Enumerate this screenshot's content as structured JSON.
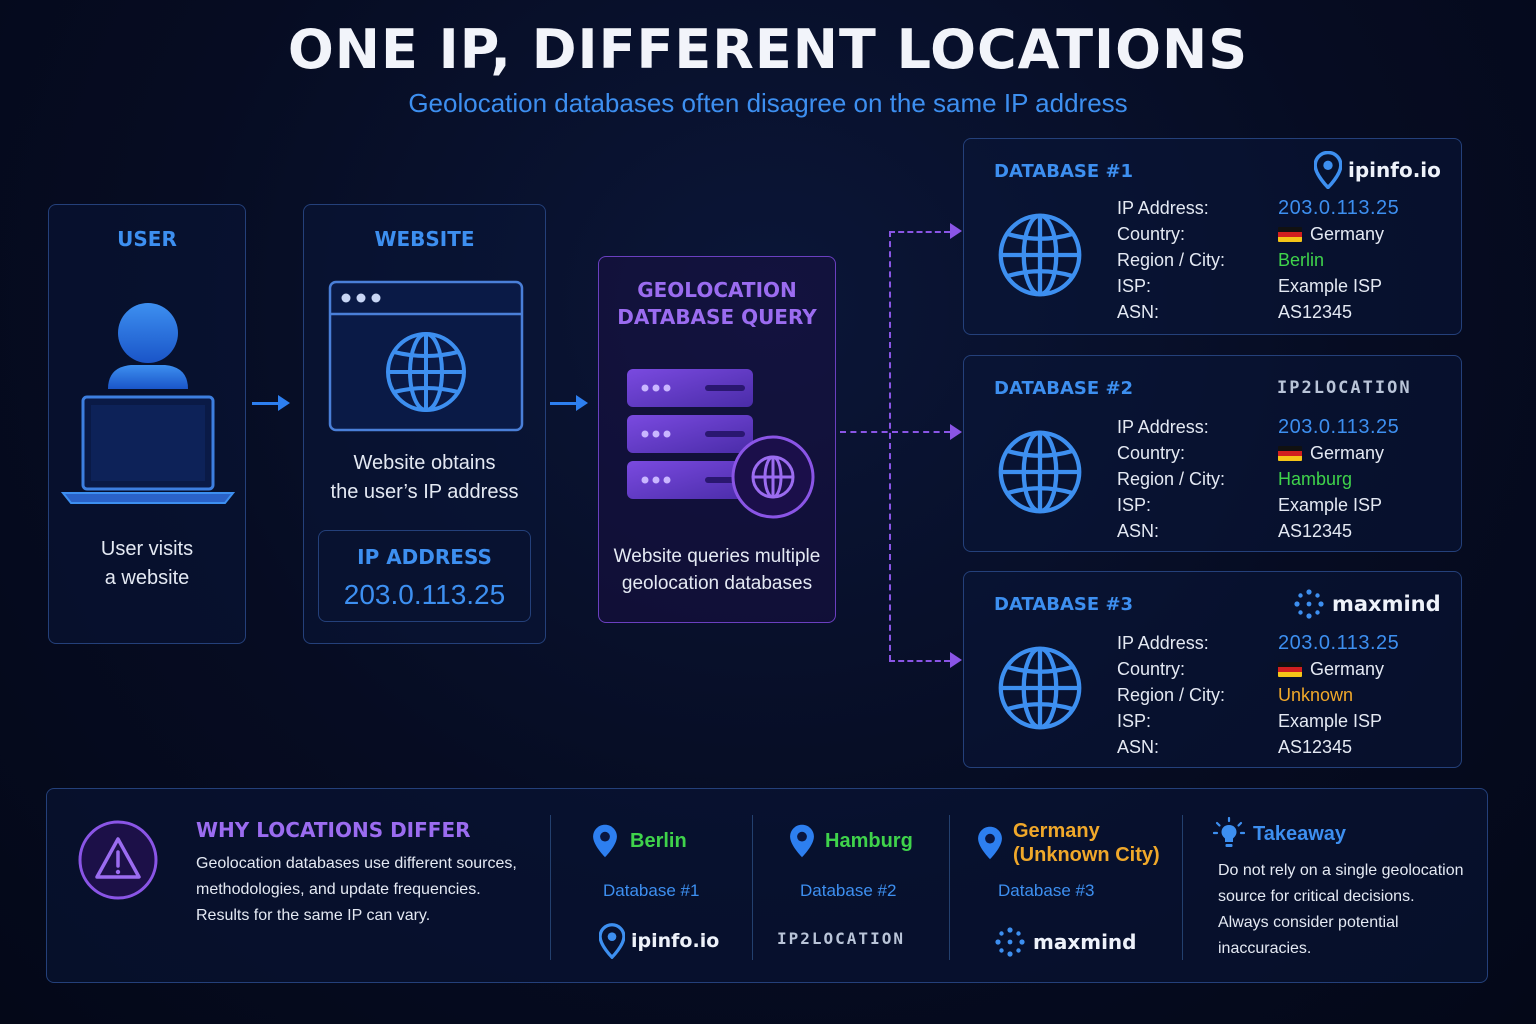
{
  "title": "ONE IP, DIFFERENT LOCATIONS",
  "subtitle": "Geolocation databases often disagree on the same IP address",
  "user": {
    "header": "USER",
    "desc_line1": "User visits",
    "desc_line2": "a website"
  },
  "website": {
    "header": "WEBSITE",
    "desc_line1": "Website obtains",
    "desc_line2": "the user’s IP address",
    "ip_label": "IP ADDRESS",
    "ip_value": "203.0.113.25"
  },
  "query": {
    "header_line1": "GEOLOCATION",
    "header_line2": "DATABASE QUERY",
    "desc_line1": "Website queries multiple",
    "desc_line2": "geolocation databases"
  },
  "field_labels": {
    "ip": "IP Address:",
    "country": "Country:",
    "region": "Region / City:",
    "isp": "ISP:",
    "asn": "ASN:"
  },
  "databases": [
    {
      "title": "DATABASE #1",
      "brand": "ipinfo.io",
      "ip": "203.0.113.25",
      "country": "Germany",
      "city": "Berlin",
      "isp": "Example ISP",
      "asn": "AS12345"
    },
    {
      "title": "DATABASE #2",
      "brand": "IP2LOCATION",
      "ip": "203.0.113.25",
      "country": "Germany",
      "city": "Hamburg",
      "isp": "Example ISP",
      "asn": "AS12345"
    },
    {
      "title": "DATABASE #3",
      "brand": "maxmind",
      "ip": "203.0.113.25",
      "country": "Germany",
      "city": "Unknown",
      "isp": "Example ISP",
      "asn": "AS12345"
    }
  ],
  "why": {
    "title": "WHY LOCATIONS DIFFER",
    "line1": "Geolocation databases use different sources,",
    "line2": "methodologies, and update frequencies.",
    "line3": "Results for the same IP can vary."
  },
  "summary": [
    {
      "location_line1": "Berlin",
      "location_line2": "",
      "db": "Database #1",
      "brand": "ipinfo.io"
    },
    {
      "location_line1": "Hamburg",
      "location_line2": "",
      "db": "Database #2",
      "brand": "IP2LOCATION"
    },
    {
      "location_line1": "Germany",
      "location_line2": "(Unknown City)",
      "db": "Database #3",
      "brand": "maxmind"
    }
  ],
  "takeaway": {
    "title": "Takeaway",
    "line1": "Do not rely on a single geolocation",
    "line2": "source for critical decisions.",
    "line3": "Always consider potential",
    "line4": "inaccuracies."
  },
  "colors": {
    "accent_blue": "#3d8ff0",
    "accent_purple": "#9b6cf0",
    "green": "#3fd34b",
    "amber": "#f0a82a",
    "background": "#060c22"
  }
}
